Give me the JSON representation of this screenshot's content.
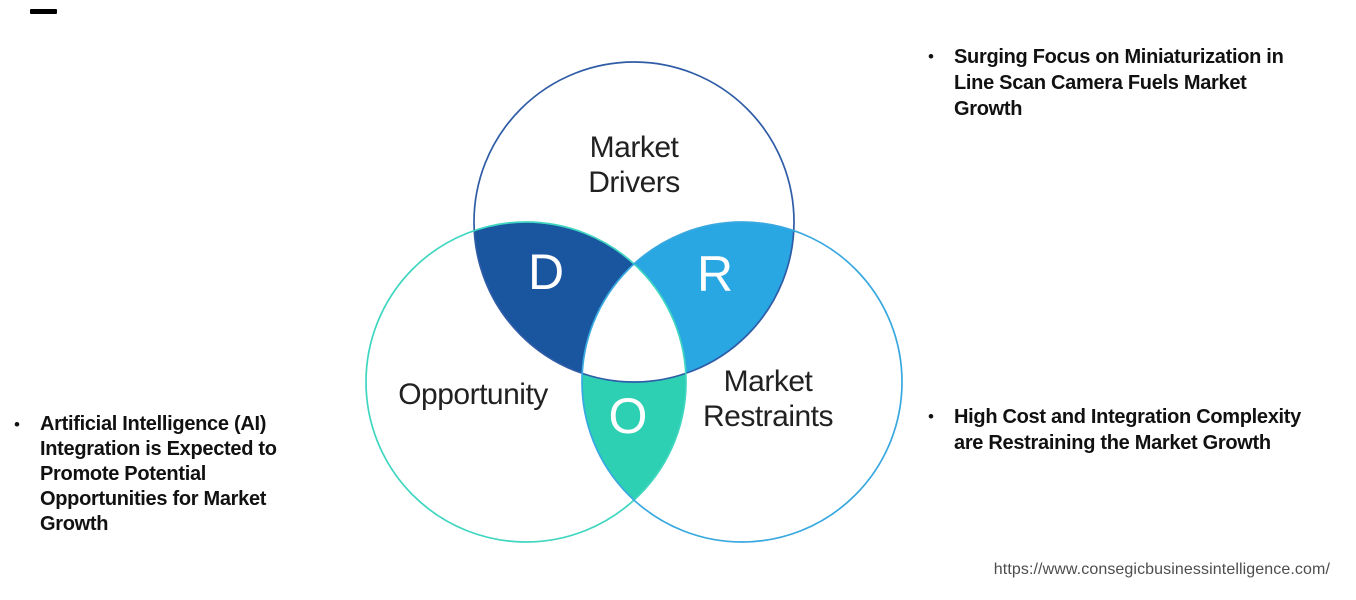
{
  "colors": {
    "d_fill": "#1A55A0",
    "r_fill": "#29A7E2",
    "o_fill": "#2DD0B3",
    "top_circle_stroke": "#2E5CA6",
    "left_circle_stroke": "#3FD6C0",
    "right_circle_stroke": "#38A8E0",
    "letter_color": "#FFFFFF",
    "label_color": "#212121",
    "bullet_text_color": "#111111",
    "url_color": "#4D4D4D",
    "corner_mark_color": "#000000"
  },
  "venn": {
    "top_circle": {
      "label_line1": "Market",
      "label_line2": "Drivers",
      "letter": "D"
    },
    "left_circle": {
      "label": "Opportunity",
      "letter": "O"
    },
    "right_circle": {
      "label_line1": "Market",
      "label_line2": "Restraints",
      "letter": "R"
    }
  },
  "bullets": {
    "bullet_char": "•",
    "right_top": {
      "line1": "Surging Focus on Miniaturization in",
      "line2": "Line Scan Camera Fuels Market",
      "line3": "Growth"
    },
    "left": {
      "line1": "Artificial Intelligence (AI)",
      "line2": "Integration is Expected to",
      "line3": "Promote Potential",
      "line4": "Opportunities for Market",
      "line5": "Growth"
    },
    "right_bottom": {
      "line1": "High Cost and Integration Complexity",
      "line2": "are Restraining the Market Growth"
    }
  },
  "footer": {
    "url": "https://www.consegicbusinessintelligence.com/"
  }
}
